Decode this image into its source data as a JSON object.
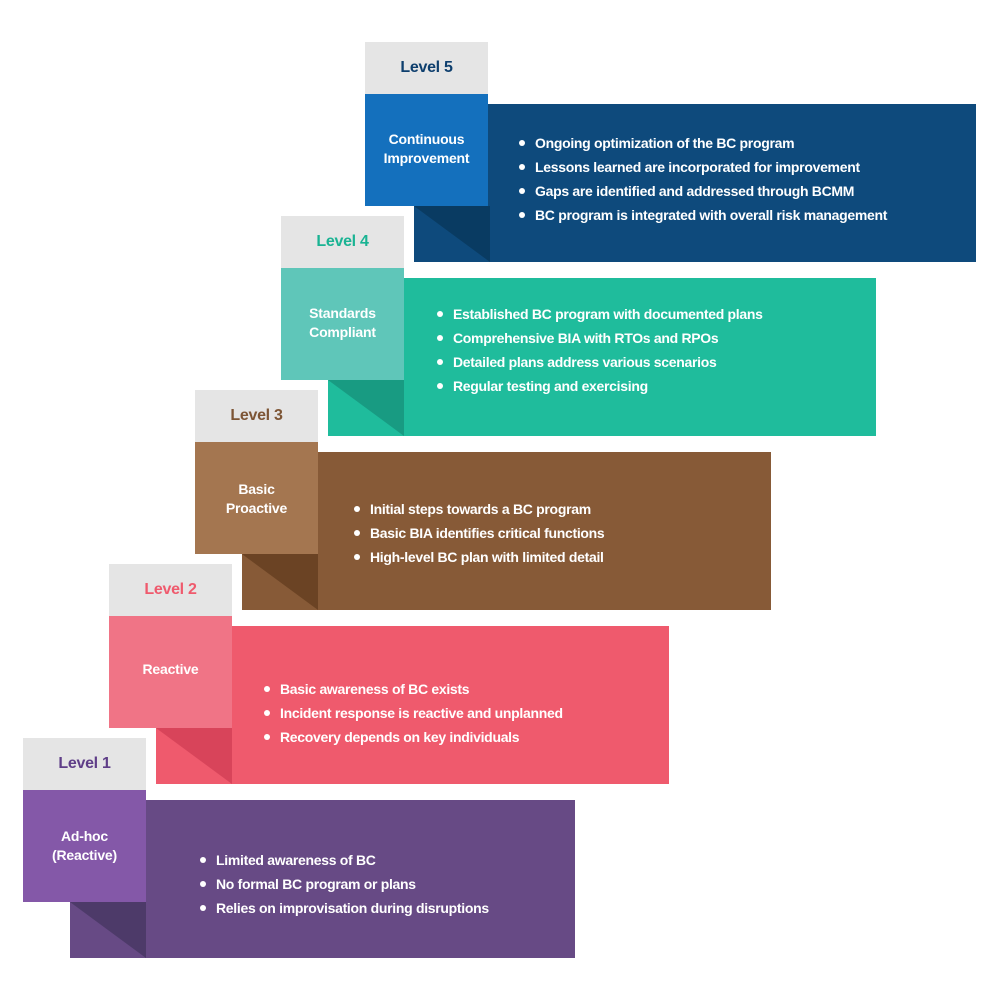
{
  "levels": [
    {
      "id": "1",
      "level_label": "Level 1",
      "stage_name": "Ad-hoc\n(Reactive)",
      "bullets": [
        "Limited awareness of BC",
        "No formal BC program or plans",
        "Relies on improvisation during disruptions"
      ],
      "colors": {
        "panel": "#674a85",
        "front": "#8458a8",
        "label_text": "#5f3e88",
        "shadow": "#4d3a69"
      }
    },
    {
      "id": "2",
      "level_label": "Level 2",
      "stage_name": "Reactive",
      "bullets": [
        "Basic awareness of BC exists",
        "Incident response is reactive and unplanned",
        "Recovery depends on key individuals"
      ],
      "colors": {
        "panel": "#ef5a6d",
        "front": "#f07486",
        "label_text": "#ef5a6d",
        "shadow": "#d8445a"
      }
    },
    {
      "id": "3",
      "level_label": "Level 3",
      "stage_name": "Basic\nProactive",
      "bullets": [
        "Initial steps towards a BC program",
        "Basic BIA identifies critical functions",
        "High-level BC plan with limited detail"
      ],
      "colors": {
        "panel": "#875a37",
        "front": "#a47650",
        "label_text": "#7d5535",
        "shadow": "#6b4324"
      }
    },
    {
      "id": "4",
      "level_label": "Level 4",
      "stage_name": "Standards\nCompliant",
      "bullets": [
        "Established BC program with documented plans",
        "Comprehensive BIA with RTOs and RPOs",
        "Detailed plans address various scenarios",
        "Regular testing and exercising"
      ],
      "colors": {
        "panel": "#1fbc9c",
        "front": "#5fc6b9",
        "label_text": "#1ab393",
        "shadow": "#189b82"
      }
    },
    {
      "id": "5",
      "level_label": "Level 5",
      "stage_name": "Continuous\nImprovement",
      "bullets": [
        "Ongoing optimization of the BC program",
        "Lessons learned are incorporated for improvement",
        "Gaps are identified and addressed through BCMM",
        "BC program is integrated with overall risk management"
      ],
      "colors": {
        "panel": "#0e4a7c",
        "front": "#1470bd",
        "label_text": "#0e3f6e",
        "shadow": "#093b62"
      }
    }
  ]
}
